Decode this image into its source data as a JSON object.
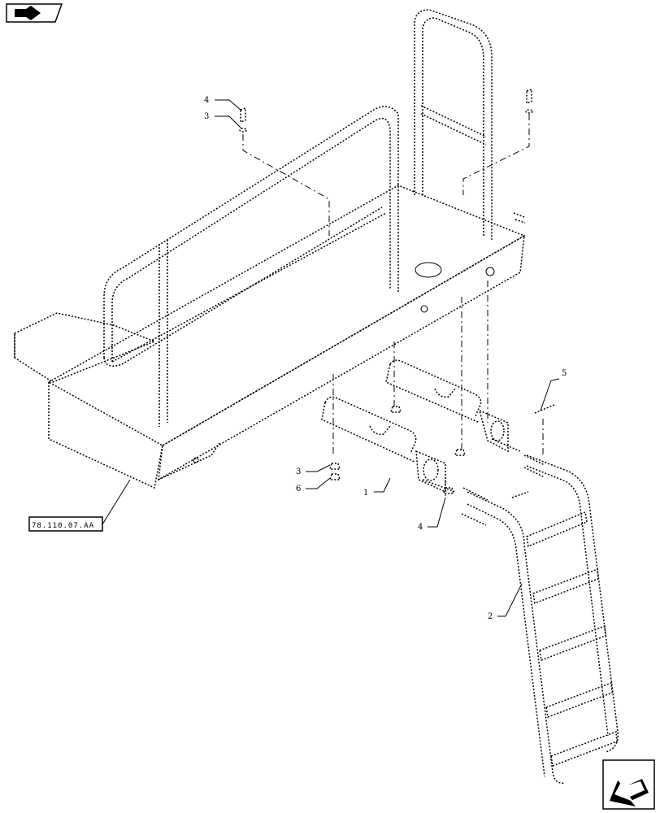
{
  "toolbar": {
    "back_icon": "arrow-back-icon"
  },
  "footer_nav": {
    "next_icon": "arrow-next-icon"
  },
  "reference": {
    "label": "78.110.07.AA"
  },
  "callouts": [
    {
      "id": "c-4-top",
      "label": "4"
    },
    {
      "id": "c-3-top",
      "label": "3"
    },
    {
      "id": "c-5",
      "label": "5"
    },
    {
      "id": "c-3-mid",
      "label": "3"
    },
    {
      "id": "c-6",
      "label": "6"
    },
    {
      "id": "c-1",
      "label": "1"
    },
    {
      "id": "c-4-mid",
      "label": "4"
    },
    {
      "id": "c-2",
      "label": "2"
    }
  ]
}
